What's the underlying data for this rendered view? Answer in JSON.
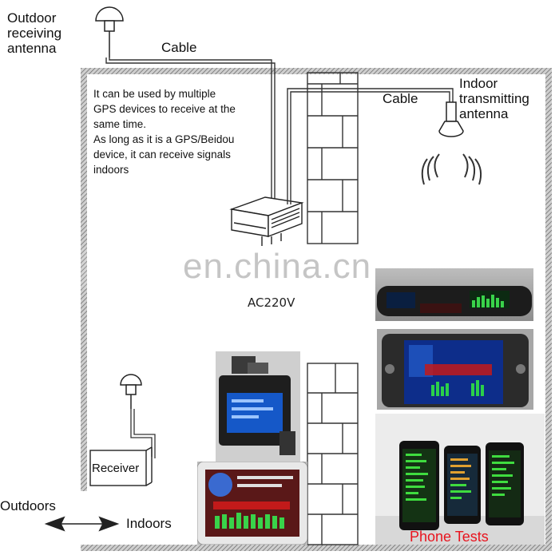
{
  "labels": {
    "outdoor_antenna": [
      "Outdoor",
      "receiving",
      "antenna"
    ],
    "cable_top": "Cable",
    "cable_right": "Cable",
    "indoor_antenna": [
      "Indoor",
      "transmitting",
      "antenna"
    ],
    "description": [
      "It can be used by multiple",
      "GPS devices to receive at the",
      "same time.",
      "As long as it is a GPS/Beidou",
      "device, it can receive signals",
      "indoors"
    ],
    "power": "AC220V",
    "receiver": "Receiver",
    "outdoors": "Outdoors",
    "indoors": "Indoors",
    "phone_tests": "Phone Tests"
  },
  "watermark": "en.china.cn",
  "colors": {
    "wall_border": "#8a8a8a",
    "brick_line": "#444444",
    "photo_red_text": "#e02020",
    "phone_label": "#e8141e"
  }
}
